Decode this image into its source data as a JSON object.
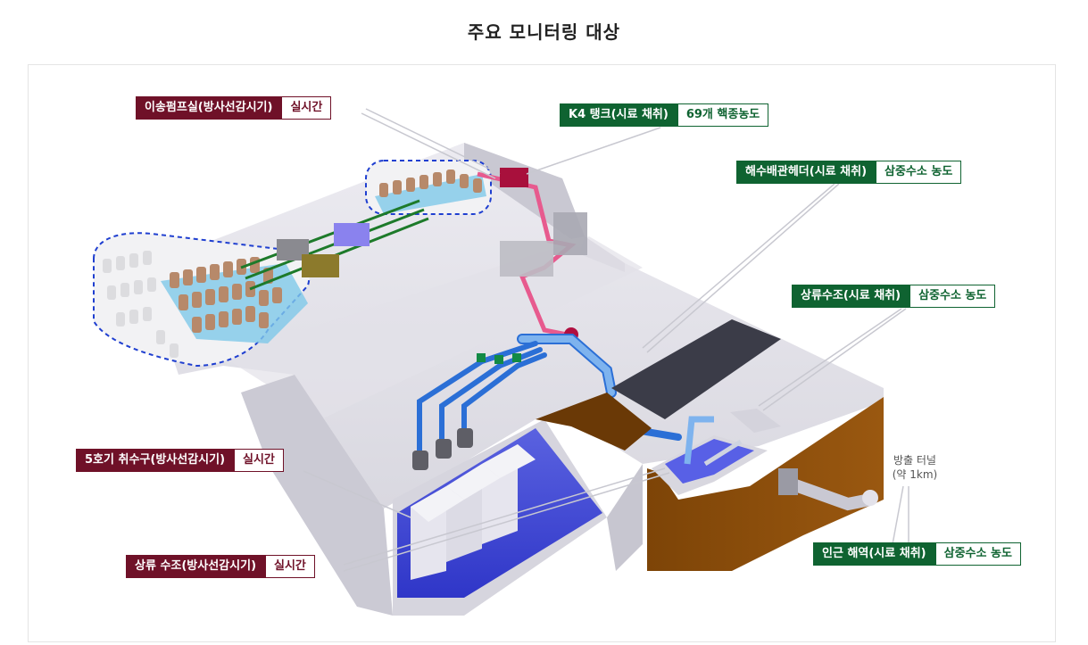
{
  "title": "주요 모니터링 대상",
  "labels": {
    "pump_room": {
      "name": "이송펌프실(방사선감시기)",
      "value": "실시간"
    },
    "k4_tank": {
      "name": "K4 탱크(시료 채취)",
      "value": "69개 핵종농도"
    },
    "discharge_header": {
      "name": "해수배관헤더(시료 채취)",
      "value": "삼중수소 농도"
    },
    "upstream_tank_sample": {
      "name": "상류수조(시료 채취)",
      "value": "삼중수소 농도"
    },
    "unit5_intake": {
      "name": "5호기 취수구(방사선감시기)",
      "value": "실시간"
    },
    "upstream_tank_monitor": {
      "name": "상류 수조(방사선감시기)",
      "value": "실시간"
    },
    "nearby_sea": {
      "name": "인근 해역(시료 채취)",
      "value": "삼중수소 농도"
    }
  },
  "tunnel_note": {
    "line1": "방출 터널",
    "line2": "(약 1km)"
  },
  "colors": {
    "monitor": "#6f1128",
    "sample": "#0f6331"
  }
}
